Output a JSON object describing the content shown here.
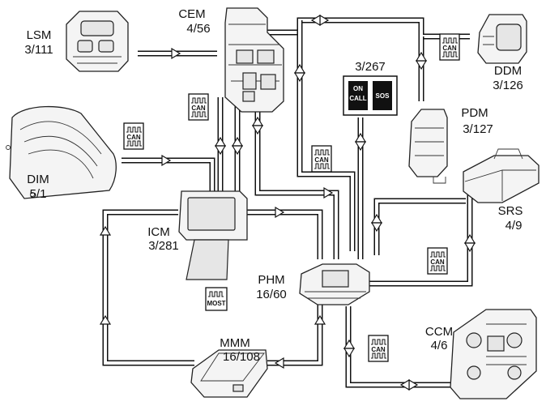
{
  "modules": [
    {
      "name": "LSM",
      "code": "3/111"
    },
    {
      "name": "CEM",
      "code": "4/56"
    },
    {
      "name": "DDM",
      "code": "3/126"
    },
    {
      "name": "PDM",
      "code": "3/127"
    },
    {
      "name": "DIM",
      "code": "5/1"
    },
    {
      "name": "ICM",
      "code": "3/281"
    },
    {
      "name": "SRS",
      "code": "4/9"
    },
    {
      "name": "PHM",
      "code": "16/60"
    },
    {
      "name": "MMM",
      "code": "16/108"
    },
    {
      "name": "CCM",
      "code": "4/6"
    }
  ],
  "oncall": {
    "code": "3/267",
    "left_label_1": "ON",
    "left_label_2": "CALL",
    "right_label": "SOS"
  },
  "bus_tags": {
    "can": "CAN",
    "most": "MOST"
  }
}
